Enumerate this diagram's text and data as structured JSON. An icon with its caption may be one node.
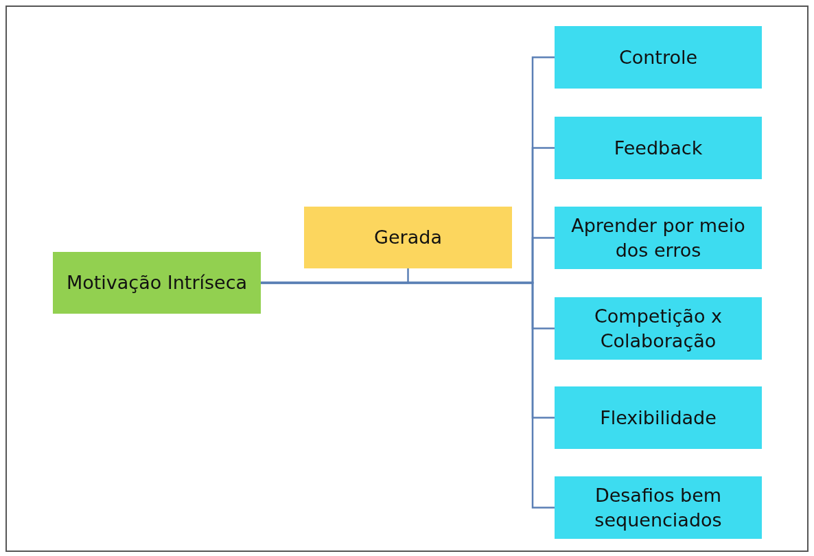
{
  "diagram": {
    "nodes": [
      {
        "text": [
          "Motivação Intríseca"
        ]
      },
      {
        "text": [
          "Gerada"
        ]
      },
      {
        "text": [
          "Controle"
        ]
      },
      {
        "text": [
          "Feedback"
        ]
      },
      {
        "text": [
          "Aprender por meio dos erros"
        ]
      },
      {
        "text": [
          "Competição x Colaboração"
        ]
      },
      {
        "text": [
          "Flexibilidade"
        ]
      },
      {
        "text": [
          "Desafios bem sequenciados"
        ]
      }
    ],
    "edges": [
      {
        "from": 0,
        "to": 1,
        "arrow": "none"
      },
      {
        "from": 0,
        "to": 2,
        "arrow": "none"
      },
      {
        "from": 0,
        "to": 3,
        "arrow": "none"
      },
      {
        "from": 0,
        "to": 4,
        "arrow": "none"
      },
      {
        "from": 0,
        "to": 5,
        "arrow": "none"
      },
      {
        "from": 0,
        "to": 6,
        "arrow": "none"
      },
      {
        "from": 0,
        "to": 7,
        "arrow": "none"
      }
    ]
  }
}
